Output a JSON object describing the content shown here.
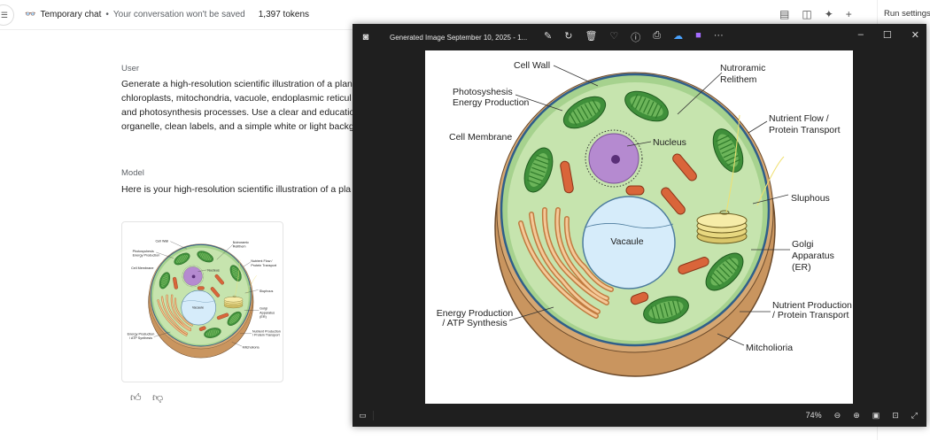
{
  "header": {
    "temp_chat": "Temporary chat",
    "bullet": "•",
    "notice": "Your conversation won't be saved",
    "tokens": "1,397 tokens",
    "run_settings": "Run settings"
  },
  "chat": {
    "user_role": "User",
    "user_lines": [
      "Generate a high-resolution scientific illustration of a plan",
      "chloroplasts, mitochondria, vacuole, endoplasmic reticul",
      "and photosynthesis processes. Use a clear and educatio",
      "organelle, clean labels, and a simple white or light backg"
    ],
    "model_role": "Model",
    "model_text": "Here is your high-resolution scientific illustration of a pla"
  },
  "viewer": {
    "title": "Generated Image September 10, 2025 - 1...",
    "zoom": "74%",
    "figure": {
      "labels": {
        "cell_wall": "Cell Wall",
        "photo1": "Photosyshesis",
        "photo2": "Energy Production",
        "membrane": "Cell Membrane",
        "nucleus": "Nucleus",
        "nutro1": "Nutroramic",
        "nutro2": "Relithem",
        "flow1": "Nutrient Flow /",
        "flow2": "Protein Transport",
        "sluphous": "Sluphous",
        "golgi1": "Golgi",
        "golgi2": "Apparatus",
        "golgi3": "(ER)",
        "nprod1": "Nutrient Production",
        "nprod2": "/ Protein Transport",
        "energy1": "Energy Production",
        "energy2": "/ ATP Synthesis",
        "mito": "Mitcholioria",
        "vacuole": "Vacaule"
      }
    }
  }
}
